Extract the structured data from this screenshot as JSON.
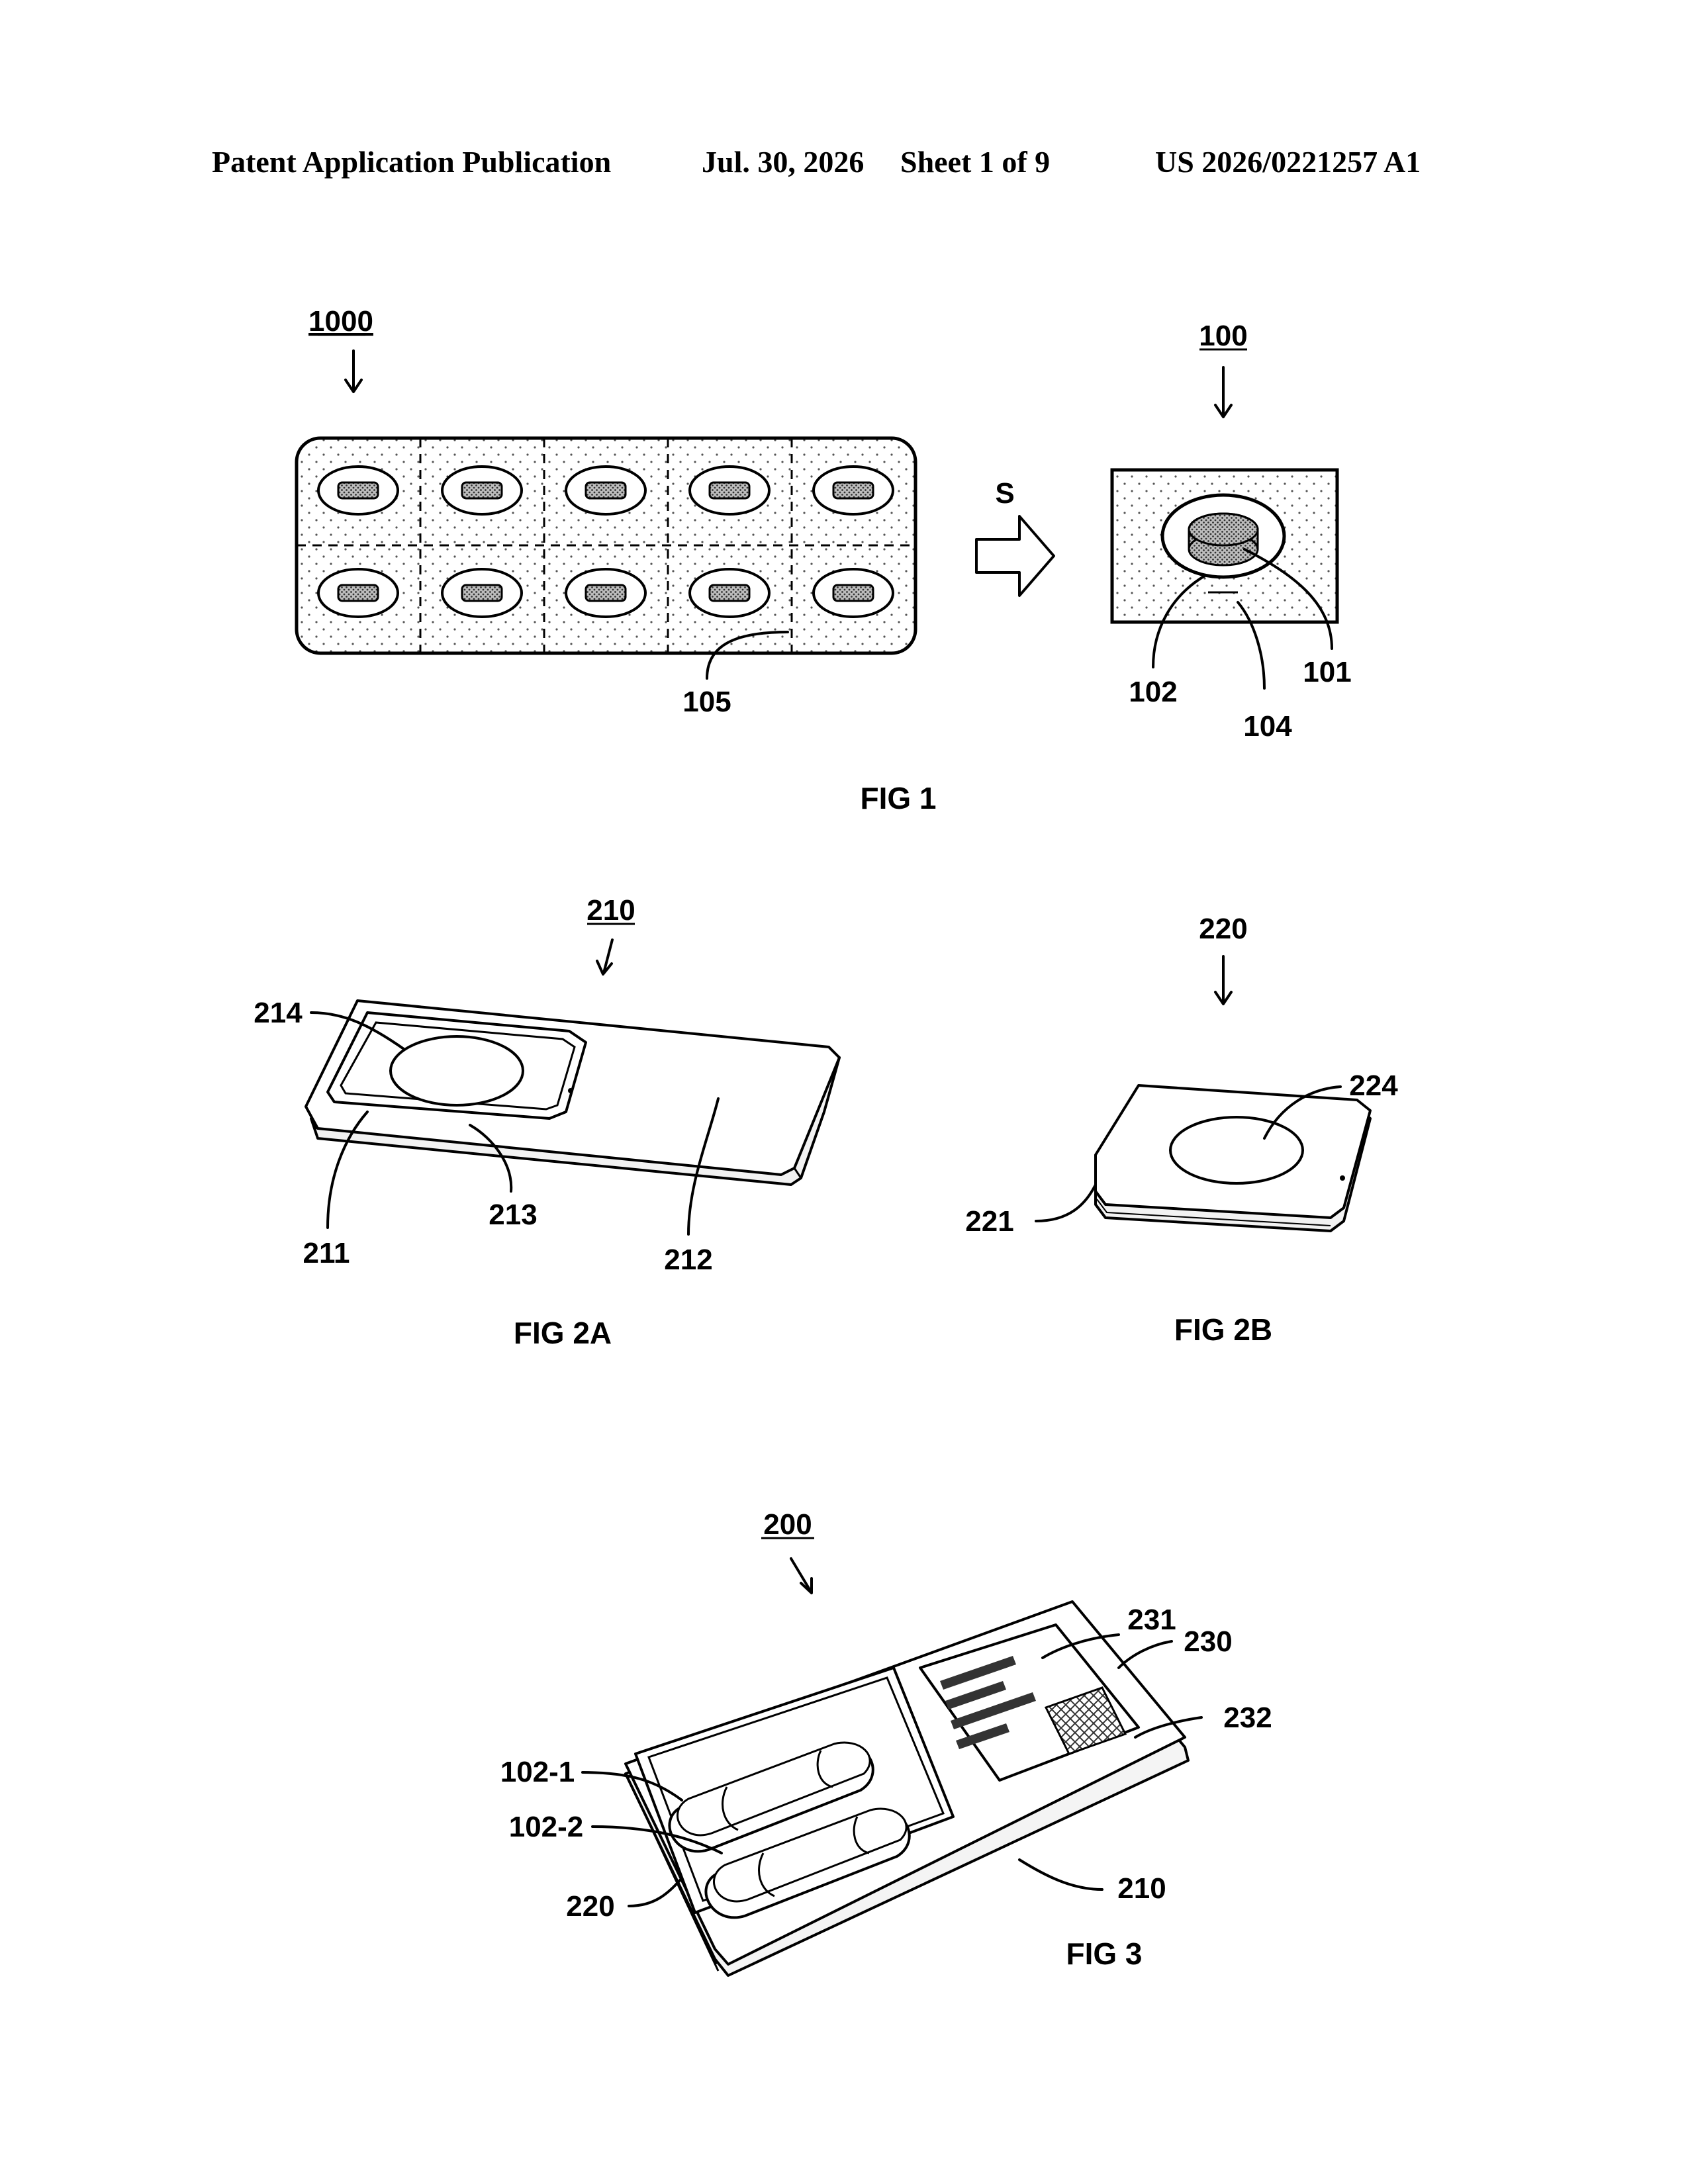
{
  "header": {
    "left": "Patent Application Publication",
    "date": "Jul. 30, 2026",
    "sheet": "Sheet 1 of 9",
    "number": "US 2026/0221257 A1"
  },
  "fig1": {
    "caption": "FIG 1",
    "ref_strip": "1000",
    "ref_unit": "100",
    "arrow_label": "S",
    "ref_105": "105",
    "ref_102": "102",
    "ref_101": "101",
    "ref_104": "104"
  },
  "fig2a": {
    "caption": "FIG 2A",
    "ref_main": "210",
    "ref_214": "214",
    "ref_211": "211",
    "ref_213": "213",
    "ref_212": "212"
  },
  "fig2b": {
    "caption": "FIG 2B",
    "ref_main": "220",
    "ref_224": "224",
    "ref_221": "221"
  },
  "fig3": {
    "caption": "FIG 3",
    "ref_main": "200",
    "ref_231": "231",
    "ref_230": "230",
    "ref_232": "232",
    "ref_102_1": "102-1",
    "ref_102_2": "102-2",
    "ref_220": "220",
    "ref_210": "210"
  }
}
